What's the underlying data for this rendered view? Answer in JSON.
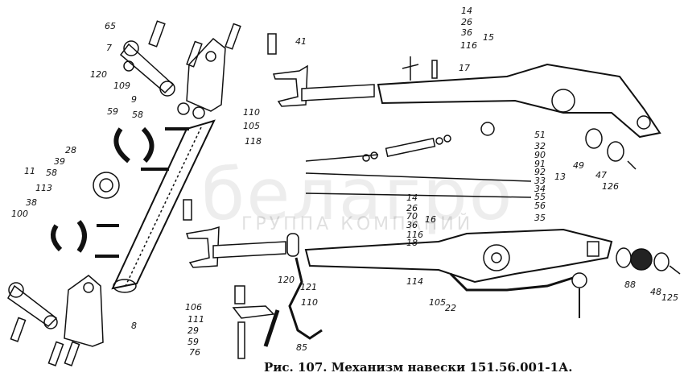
{
  "caption": "Рис. 107. Механизм навески 151.56.001-1А.",
  "watermark": {
    "logo": "белагро",
    "subtitle": "ГРУППА КОМПАНИЙ"
  },
  "labels": [
    "65",
    "7",
    "120",
    "109",
    "9",
    "59",
    "58",
    "28",
    "39",
    "11",
    "58",
    "113",
    "38",
    "100",
    "8",
    "41",
    "110",
    "105",
    "118",
    "14",
    "26",
    "36",
    "116",
    "15",
    "17",
    "51",
    "32",
    "90",
    "91",
    "92",
    "33",
    "34",
    "55",
    "56",
    "35",
    "13",
    "49",
    "47",
    "126",
    "14",
    "26",
    "70",
    "36",
    "116",
    "18",
    "16",
    "114",
    "105",
    "22",
    "88",
    "48",
    "125",
    "120",
    "121",
    "110",
    "106",
    "111",
    "29",
    "59",
    "76",
    "85"
  ]
}
